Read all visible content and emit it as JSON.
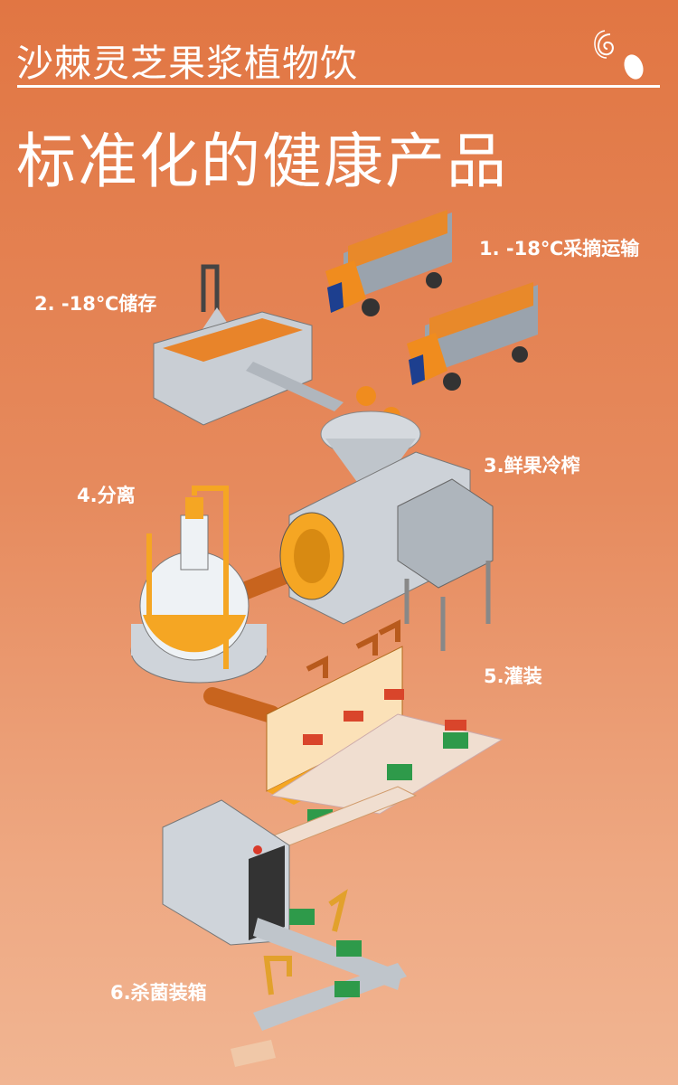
{
  "header": {
    "subtitle": "沙棘灵芝果浆植物饮",
    "title": "标准化的健康产品"
  },
  "steps": [
    {
      "label": "1. -18℃采摘运输"
    },
    {
      "label": "2. -18℃储存"
    },
    {
      "label": "3.鲜果冷榨"
    },
    {
      "label": "4.分离"
    },
    {
      "label": "5.灌装"
    },
    {
      "label": "6.杀菌装箱"
    }
  ],
  "colors": {
    "background_top": "#e17643",
    "background_bottom": "#f1b592",
    "accent_orange": "#f5a623",
    "box_green": "#2e9a4a"
  }
}
